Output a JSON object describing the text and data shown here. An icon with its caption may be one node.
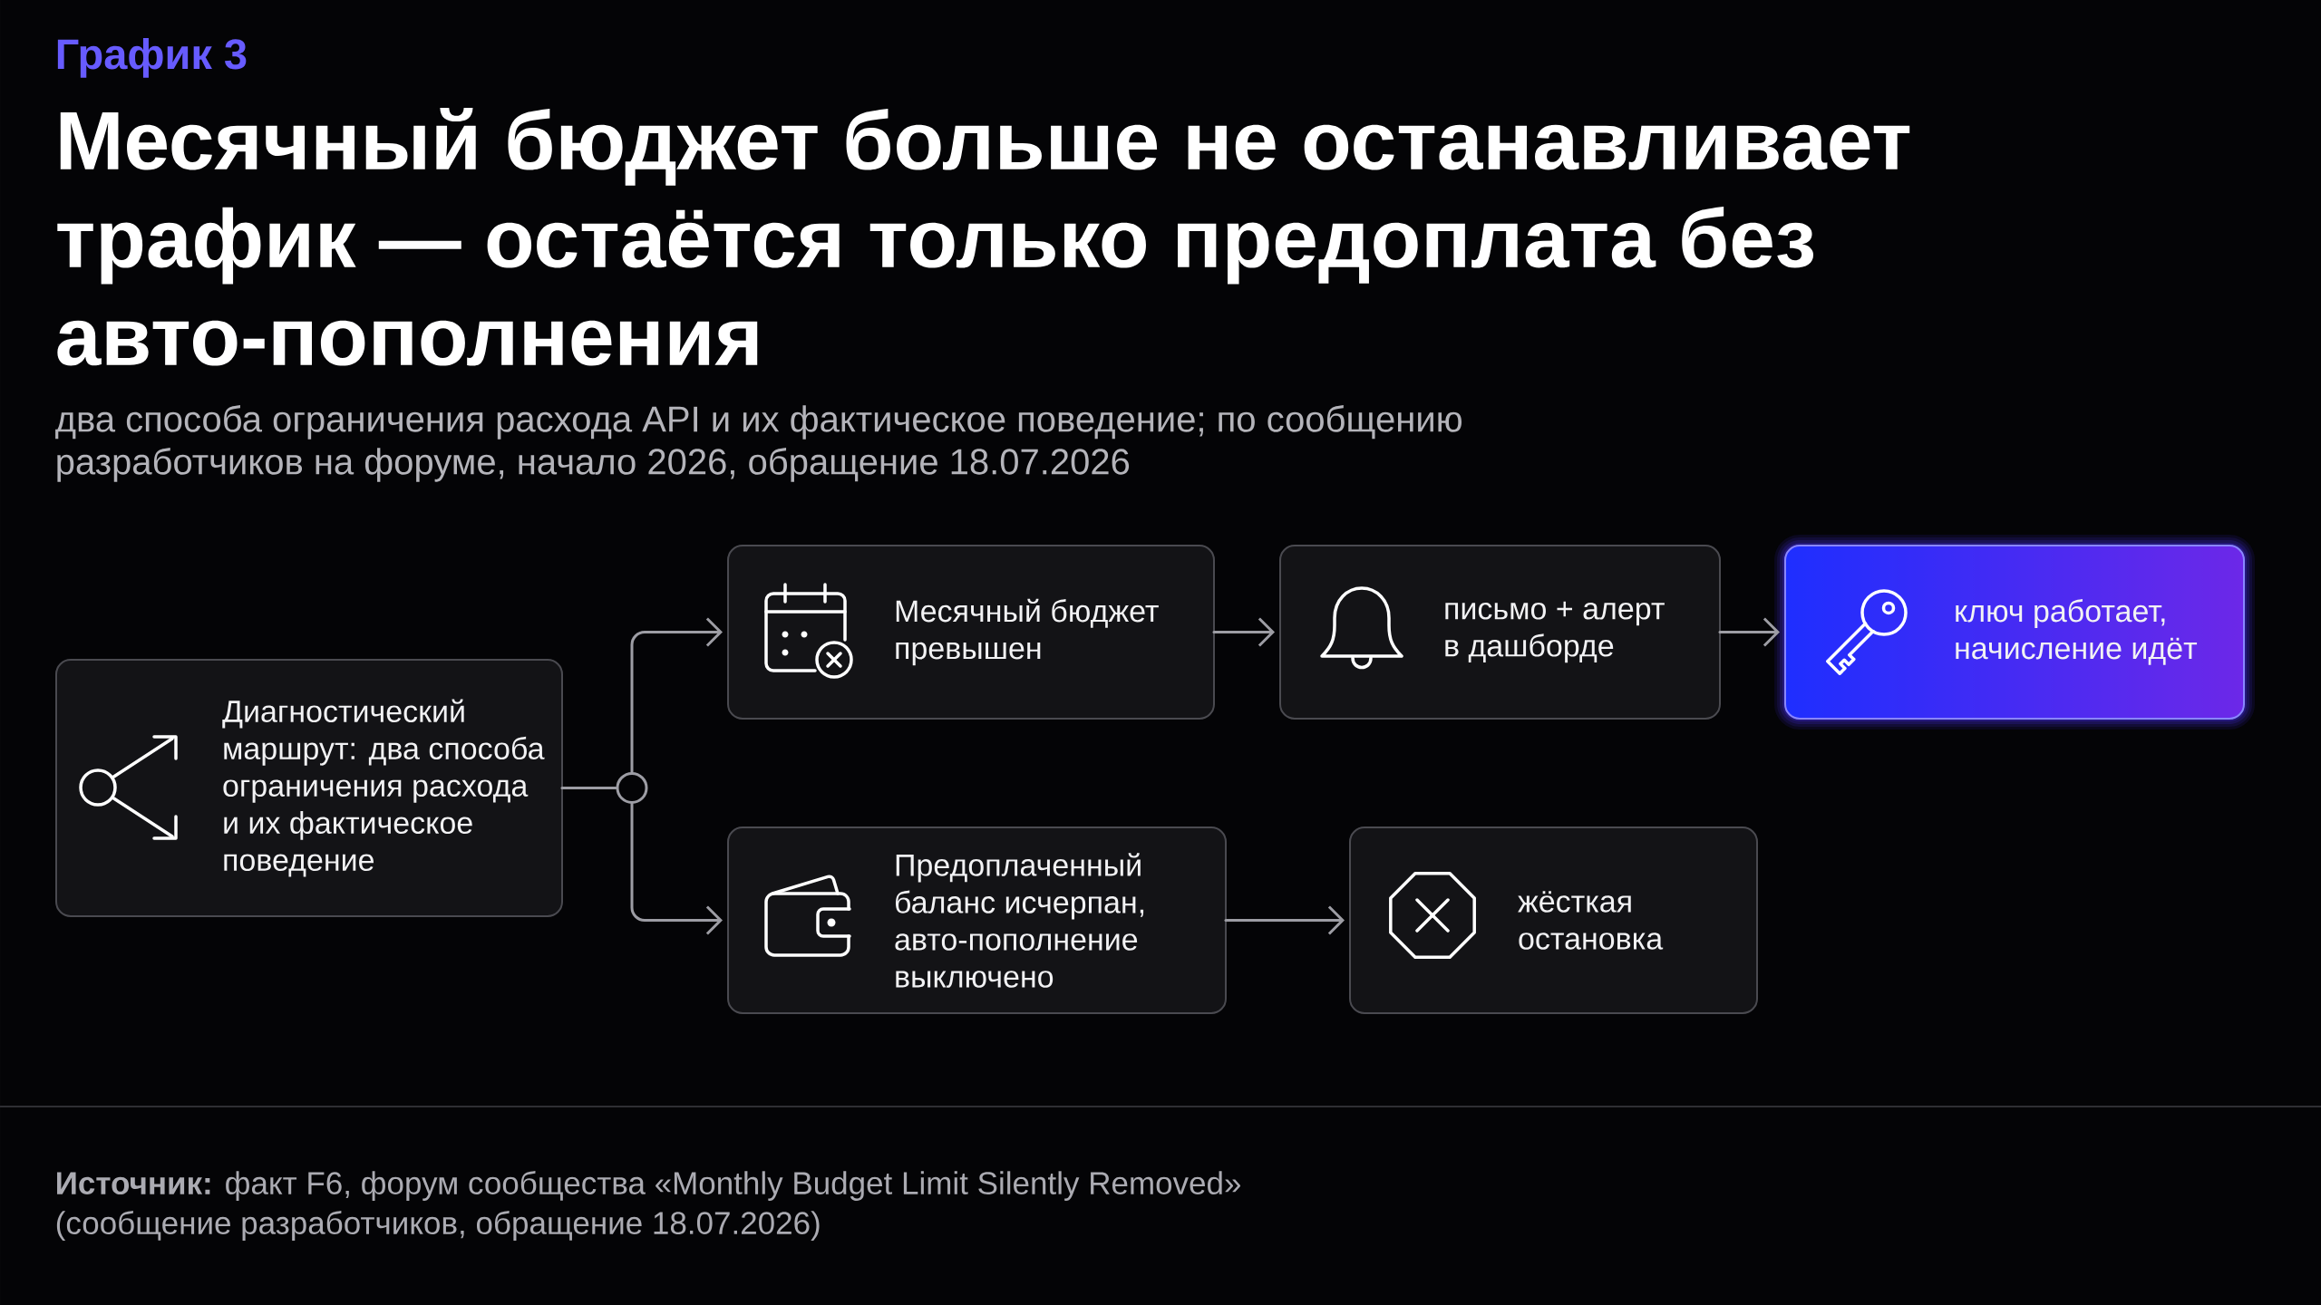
{
  "diagram": {
    "title": "Месячный бюджет больше не останавливает трафик — остаётся только предоплата без авто-пополнения",
    "caption": "**Источник:** факт F6, форум сообщества «Monthly Budget Limit Silently Removed» (сообщение разработчиков, обращение 18.07.2026)",
    "nodes": [
      {
        "text": [
          "Диагностический маршрут: два способа ограничения расхода и их фактическое поведение"
        ]
      },
      {
        "text": [],
        "shape": "circle"
      },
      {
        "text": [
          "Месячный бюджет превышен"
        ]
      },
      {
        "text": [
          "письмо + алерт в дашборде"
        ]
      },
      {
        "text": [
          "ключ работает, начисление идёт"
        ]
      },
      {
        "text": [
          "Предоплаченный баланс исчерпан, авто-пополнение выключено"
        ]
      },
      {
        "text": [
          "жёсткая остановка"
        ]
      }
    ],
    "edges": [
      {
        "from": 0,
        "to": 1,
        "arrow": "none"
      },
      {
        "from": 1,
        "to": 2,
        "arrow": "to"
      },
      {
        "from": 1,
        "to": 5,
        "arrow": "to"
      },
      {
        "from": 2,
        "to": 3,
        "arrow": "to"
      },
      {
        "from": 3,
        "to": 4,
        "arrow": "to"
      },
      {
        "from": 5,
        "to": 6,
        "arrow": "to"
      }
    ],
    "labels": [
      "График 3",
      "два способа ограничения расхода API и их фактическое поведение; по сообщению разработчиков на форуме, начало 2026, обращение 18.07.2026"
    ]
  }
}
